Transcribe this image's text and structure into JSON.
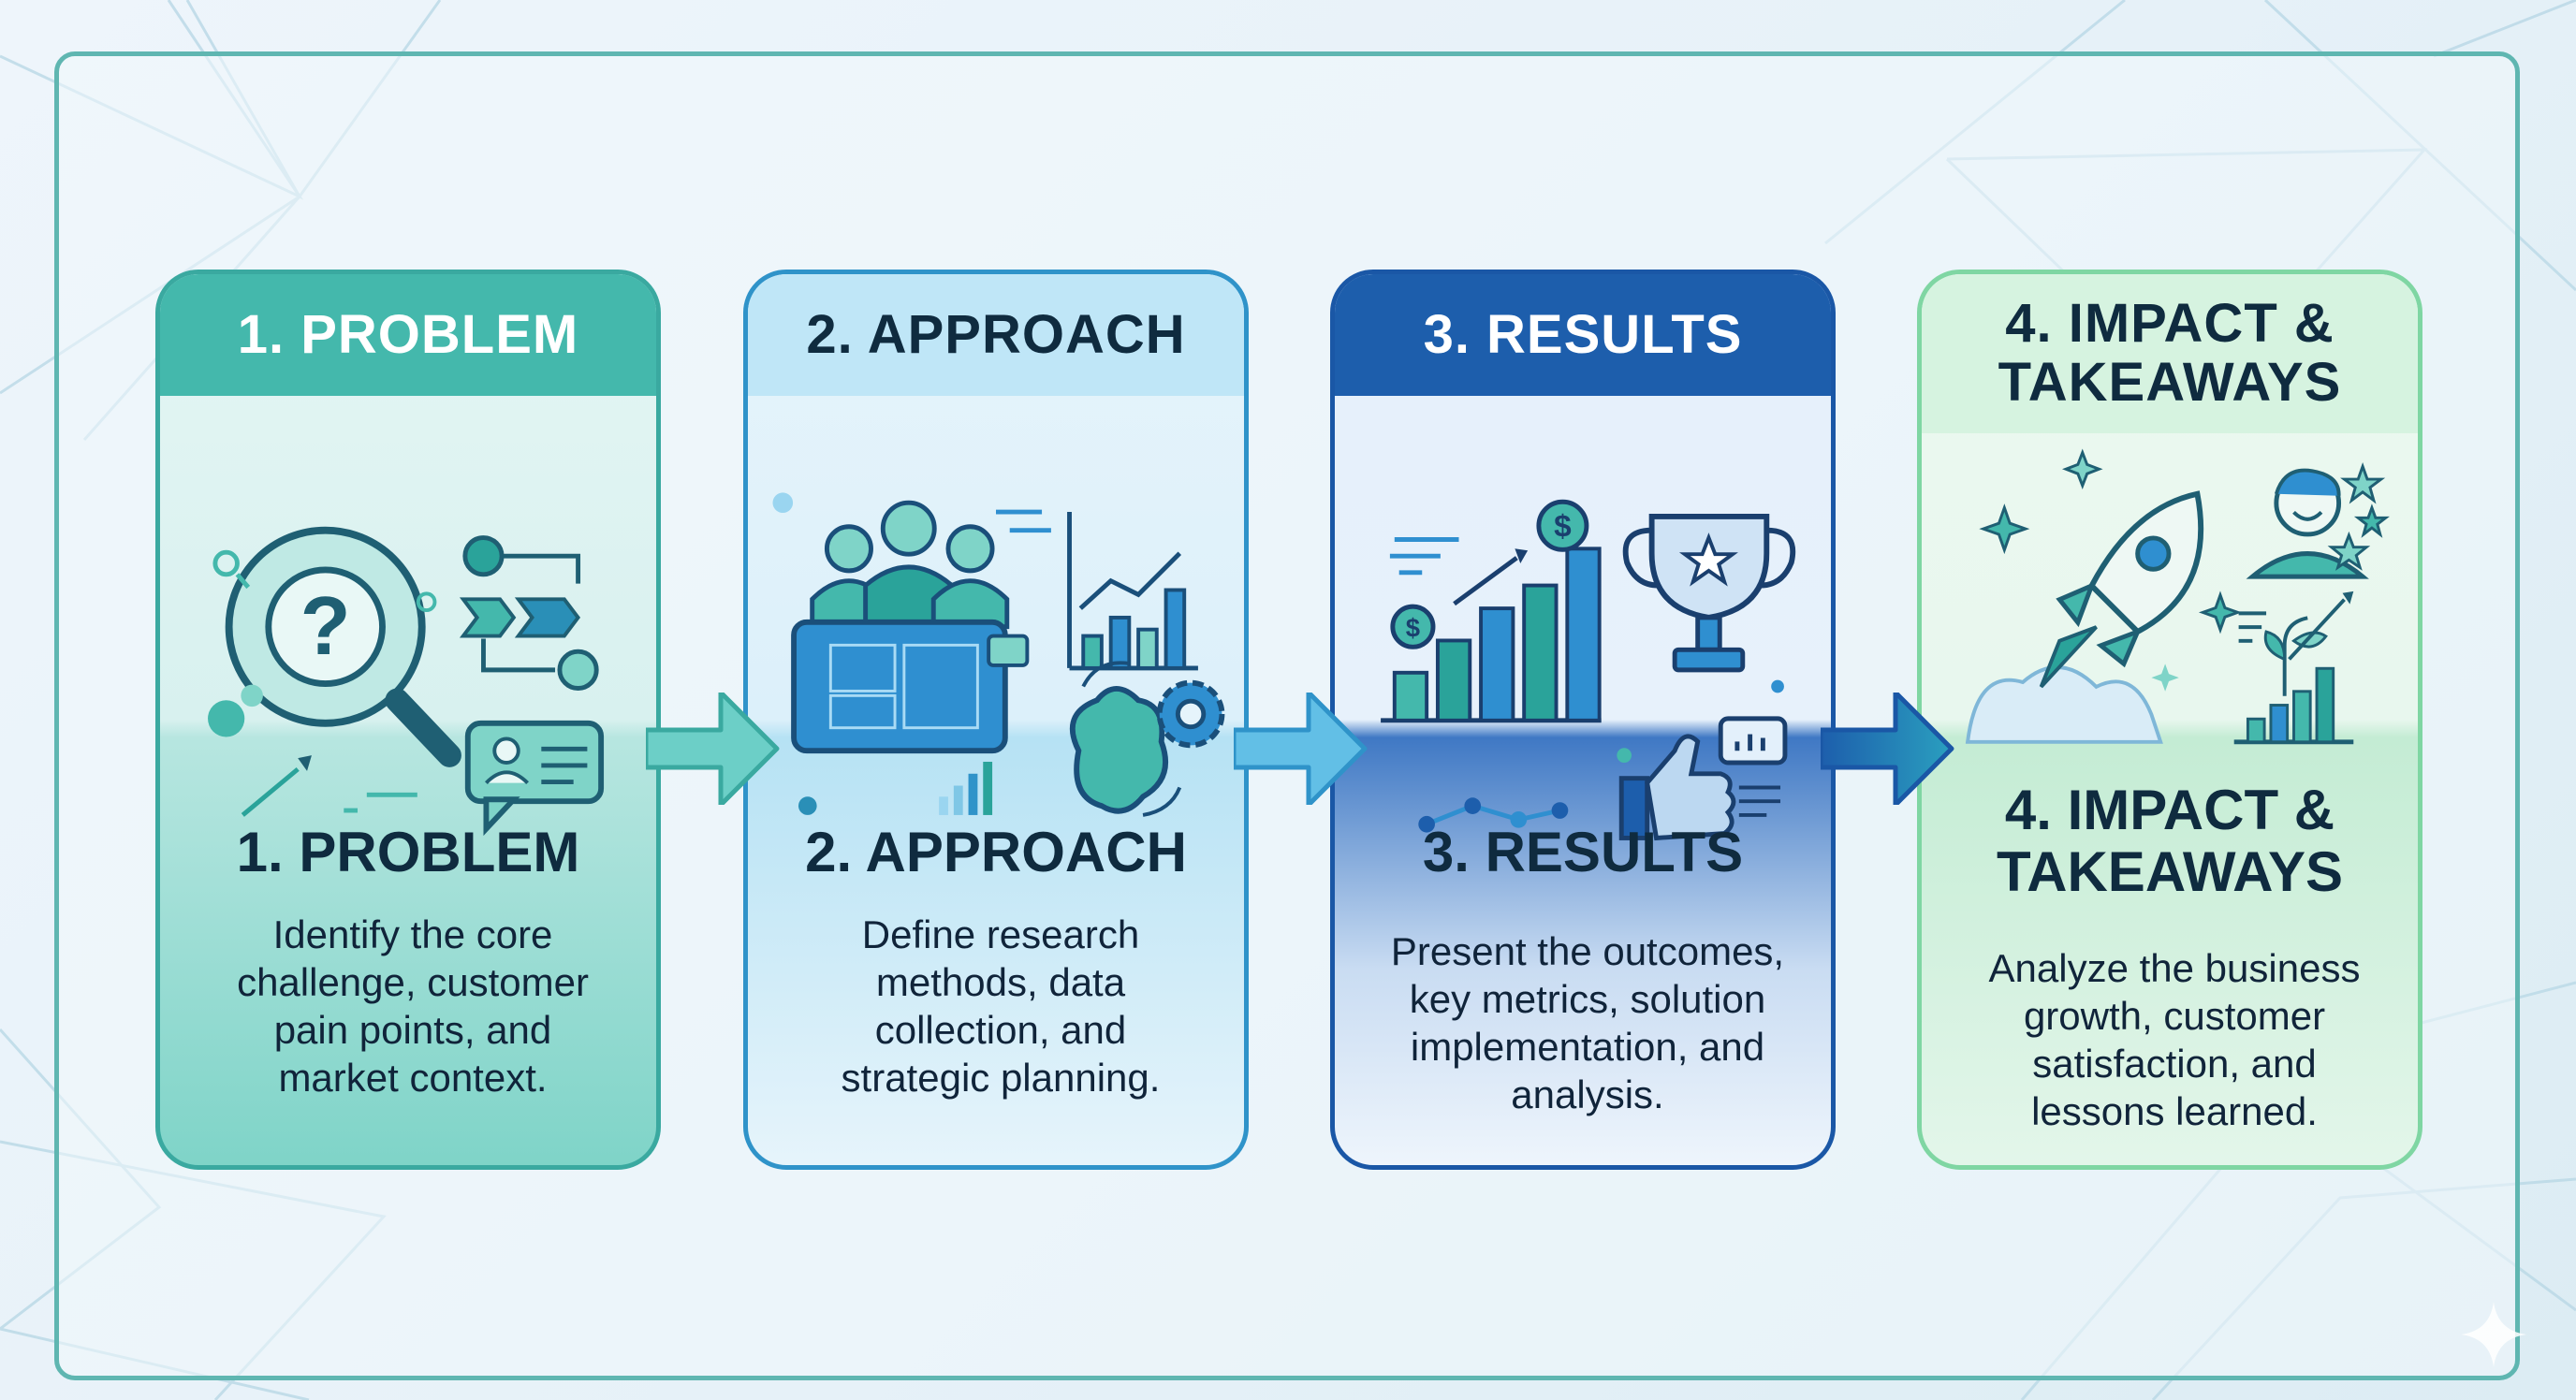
{
  "colors": {
    "teal": "#44b8ac",
    "sky": "#2f93c9",
    "navy": "#1d5eac",
    "mint": "#7fd6a3",
    "frame": "#5fb6b1",
    "text": "#0f2b3f"
  },
  "steps": [
    {
      "header": "1. PROBLEM",
      "title": "1. PROBLEM",
      "description": [
        "Identify the core",
        "challenge, customer",
        "pain points, and",
        "market context."
      ],
      "icons": [
        "magnifier-question-icon",
        "flowchart-icon",
        "profile-chat-icon"
      ]
    },
    {
      "header": "2. APPROACH",
      "title": "2. APPROACH",
      "description": [
        "Define research",
        "methods, data",
        "collection, and",
        "strategic planning."
      ],
      "icons": [
        "team-icon",
        "blueprint-icon",
        "line-chart-icon",
        "brain-gear-icon"
      ]
    },
    {
      "header": "3. RESULTS",
      "title": "3. RESULTS",
      "description": [
        "Present the outcomes,",
        "key metrics, solution",
        "implementation, and",
        "analysis."
      ],
      "icons": [
        "growth-chart-icon",
        "trophy-icon",
        "thumbs-up-icon",
        "line-graph-icon"
      ]
    },
    {
      "header_lines": [
        "4. IMPACT &",
        "TAKEAWAYS"
      ],
      "title_lines": [
        "4. IMPACT &",
        "TAKEAWAYS"
      ],
      "description": [
        "Analyze the business",
        "growth, customer",
        "satisfaction, and",
        "lessons learned."
      ],
      "icons": [
        "rocket-icon",
        "happy-customer-icon",
        "plant-growth-icon"
      ]
    }
  ]
}
